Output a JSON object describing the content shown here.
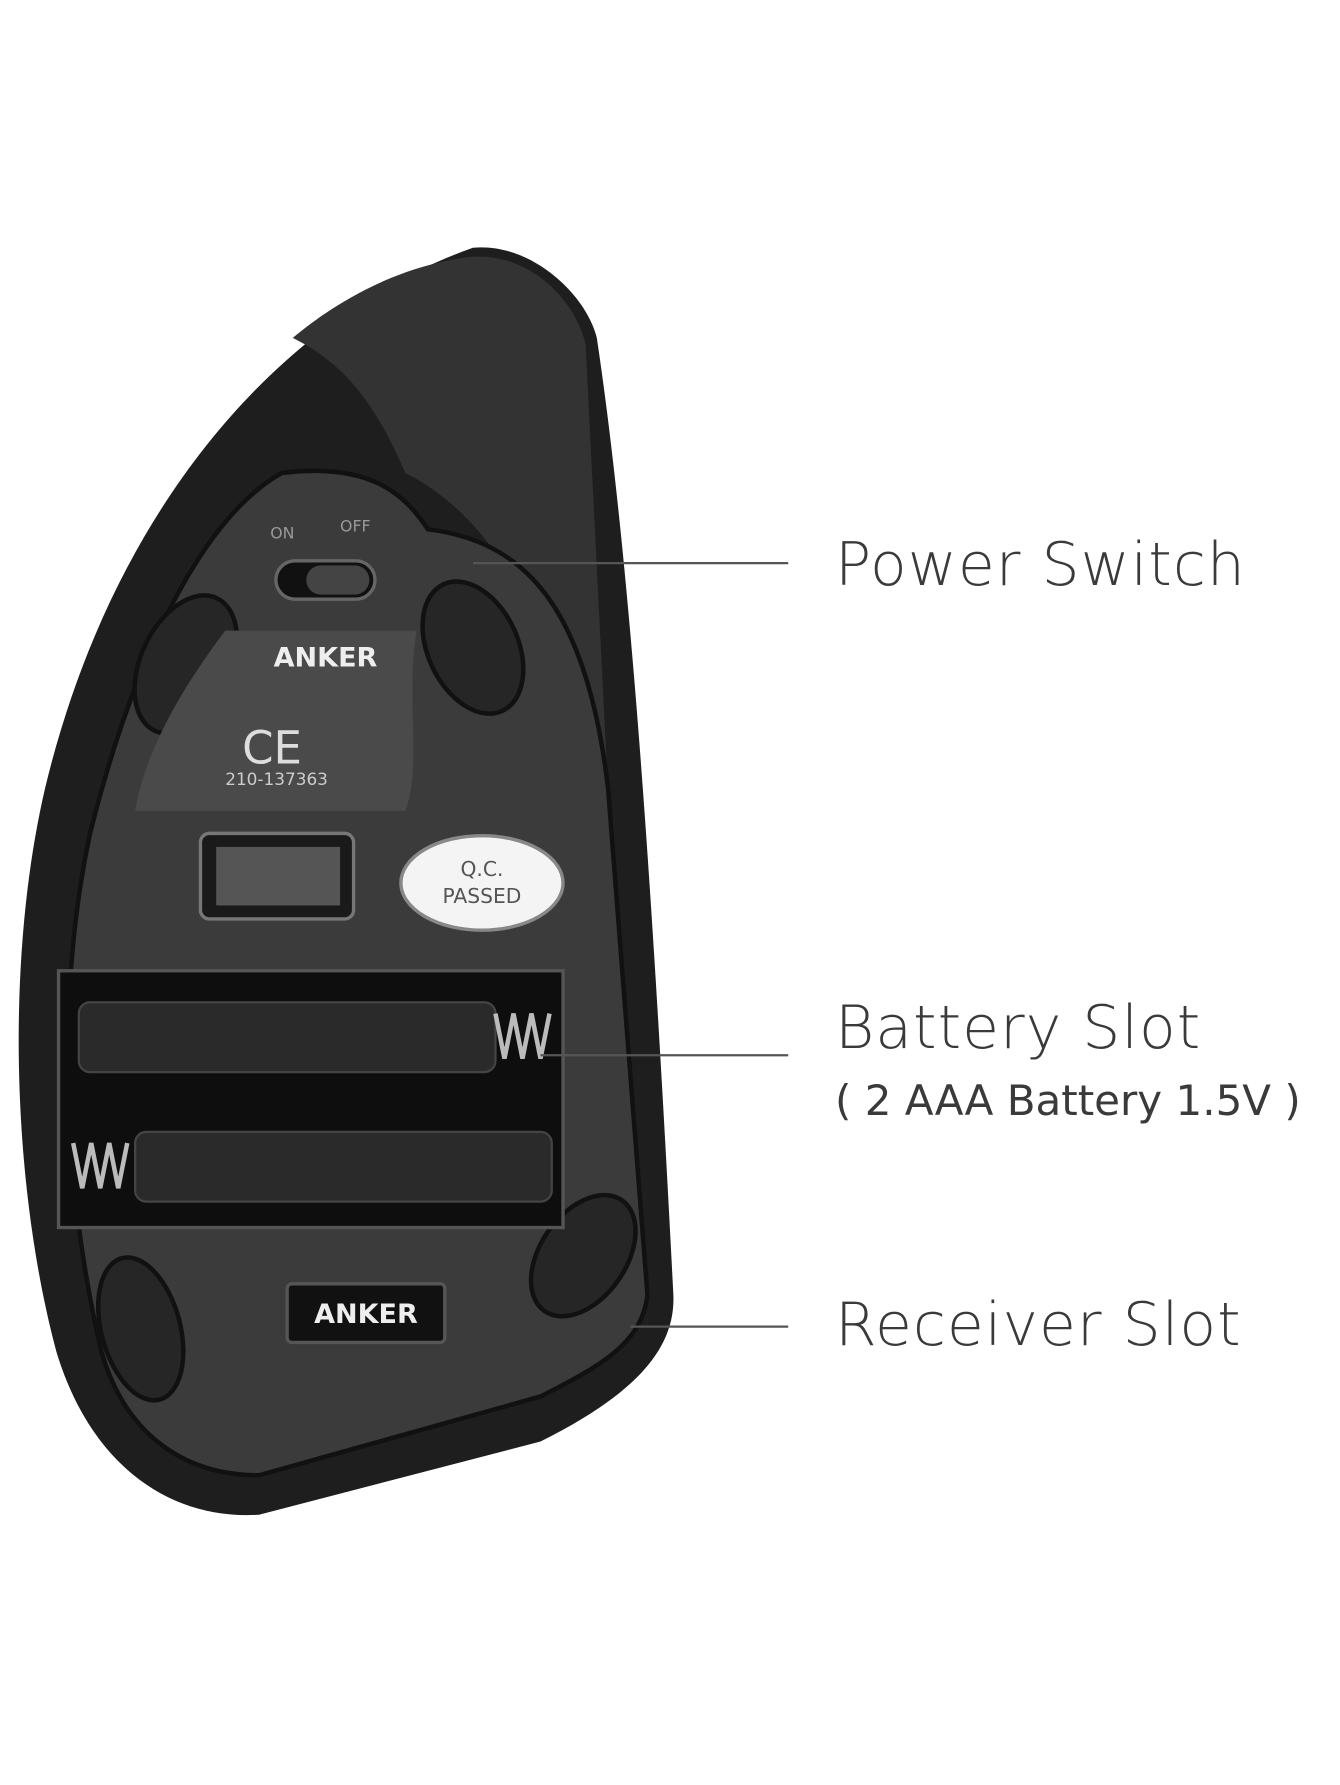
{
  "callouts": {
    "power_switch": {
      "label": "Power Switch"
    },
    "battery_slot": {
      "label": "Battery Slot",
      "detail": "( 2 AAA Battery 1.5V )"
    },
    "receiver_slot": {
      "label": "Receiver Slot"
    }
  },
  "product_markings": {
    "brand_logo": "ANKER",
    "switch_on": "ON",
    "switch_off": "OFF",
    "qc_sticker_line1": "Q.C.",
    "qc_sticker_line2": "PASSED",
    "ce_mark": "CE",
    "cert_number": "210-137363",
    "receiver_logo": "ANKER"
  },
  "colors": {
    "text": "#3a3a3a",
    "mouse_body": "#2a2a2a",
    "leader_line": "#555555"
  }
}
